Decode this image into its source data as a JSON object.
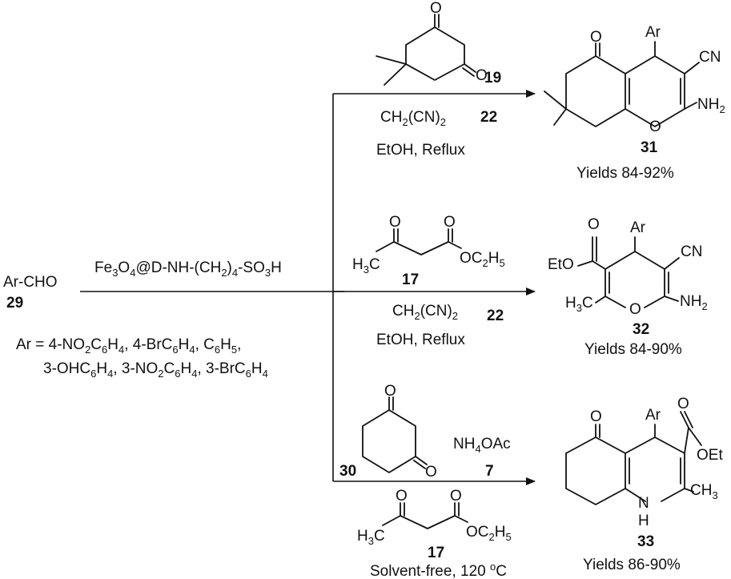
{
  "start": {
    "name": "Ar-CHO",
    "number": "29",
    "ar_def_line1": [
      "Ar = 4-NO",
      "2",
      "C",
      "6",
      "H",
      "4",
      ", 4-BrC",
      "6",
      "H",
      "4",
      ", C",
      "6",
      "H",
      "5",
      ","
    ],
    "ar_def_line2": [
      "3-OHC",
      "6",
      "H",
      "4",
      ", 3-NO",
      "2",
      "C",
      "6",
      "H",
      "4",
      ", 3-BrC",
      "6",
      "H",
      "4"
    ]
  },
  "catalyst": [
    "Fe",
    "3",
    "O",
    "4",
    "@D-NH-(CH",
    "2",
    ")",
    "4",
    "-SO",
    "3",
    "H"
  ],
  "routes": [
    {
      "reagent_num": "19",
      "malononitrile": [
        "CH",
        "2",
        "(CN)",
        "2"
      ],
      "malononitrile_num": "22",
      "conditions": "EtOH, Reflux",
      "product_num": "31",
      "yield": "Yields 84-92%"
    },
    {
      "ketoester_left": [
        "H",
        "3",
        "C"
      ],
      "ketoester_right": [
        "OC",
        "2",
        "H",
        "5"
      ],
      "reagent_num": "17",
      "malononitrile": [
        "CH",
        "2",
        "(CN)",
        "2"
      ],
      "malononitrile_num": "22",
      "conditions": "EtOH, Reflux",
      "product_num": "32",
      "yield": "Yields 84-90%"
    },
    {
      "reagent_num": "30",
      "ammonium": [
        "NH",
        "4",
        "OAc"
      ],
      "ammonium_num": "7",
      "ketoester_left": [
        "H",
        "3",
        "C"
      ],
      "ketoester_right": [
        "OC",
        "2",
        "H",
        "5"
      ],
      "ketoester_num": "17",
      "conditions_prefix": "Solvent-free, 120 ",
      "conditions_sup": "o",
      "conditions_suffix": "C",
      "product_num": "33",
      "yield": "Yields 86-90%"
    }
  ],
  "atoms": {
    "O": "O",
    "Ar": "Ar",
    "CN": "CN",
    "NH": "NH",
    "H": "H",
    "N": "N",
    "EtO": "EtO",
    "OEt": "OEt",
    "NH2": [
      "NH",
      "2"
    ],
    "CH3": [
      "CH",
      "3"
    ],
    "H3C": [
      "H",
      "3",
      "C"
    ]
  }
}
